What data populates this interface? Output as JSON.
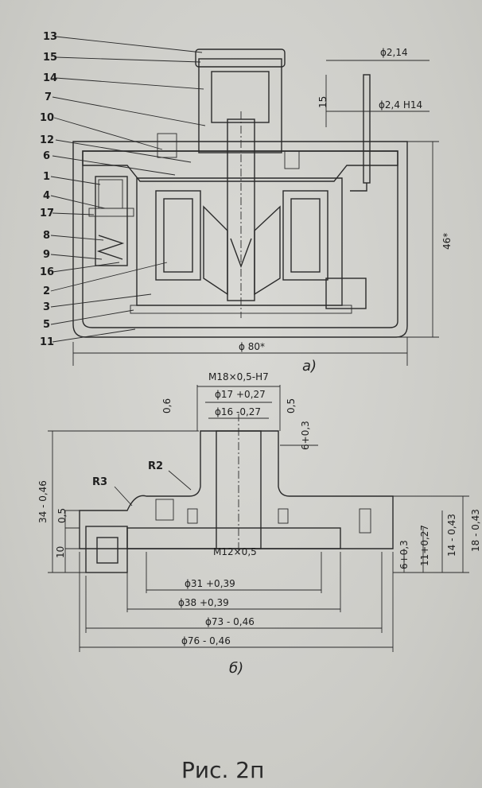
{
  "view_a": {
    "callouts": [
      "13",
      "15",
      "14",
      "7",
      "10",
      "12",
      "6",
      "1",
      "4",
      "17",
      "8",
      "9",
      "16",
      "2",
      "3",
      "5",
      "11"
    ],
    "dims": {
      "d_2_14": "ϕ2,14",
      "d_2_4": "ϕ2,4 H14",
      "h_15": "15",
      "h_46": "46*",
      "d_80": "ϕ 80*"
    },
    "label": "a)"
  },
  "view_b": {
    "dims": {
      "m18": "M18×0,5-H7",
      "d17": "ϕ17 +0,27",
      "d16": "ϕ16 -0,27",
      "v06": "0,6",
      "v05": "0,5",
      "v6": "6+0,3",
      "r2": "R2",
      "r3": "R3",
      "h34": "34 - 0,46",
      "h05": "0,5",
      "h10": "10",
      "m12": "M12×0,5",
      "d31": "ϕ31 +0,39",
      "d38": "ϕ38 +0,39",
      "d73": "ϕ73 - 0,46",
      "d76": "ϕ76 - 0,46",
      "r6": "6+0,3",
      "r11": "11+0,27",
      "r14": "14 - 0,43",
      "r18": "18 - 0,43"
    },
    "label": "б)"
  },
  "caption": "Рис. 2п"
}
